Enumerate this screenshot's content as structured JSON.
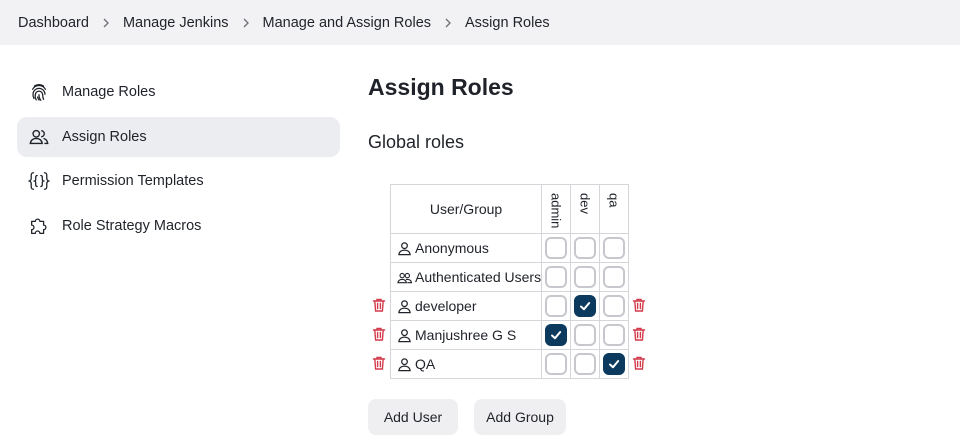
{
  "breadcrumb": {
    "items": [
      "Dashboard",
      "Manage Jenkins",
      "Manage and Assign Roles",
      "Assign Roles"
    ]
  },
  "sidebar": {
    "items": [
      {
        "label": "Manage Roles",
        "icon": "fingerprint-icon"
      },
      {
        "label": "Assign Roles",
        "icon": "users-icon",
        "active": true
      },
      {
        "label": "Permission Templates",
        "icon": "braces-icon"
      },
      {
        "label": "Role Strategy Macros",
        "icon": "puzzle-icon"
      }
    ]
  },
  "main": {
    "title": "Assign Roles",
    "section_title": "Global roles",
    "table": {
      "user_group_header": "User/Group",
      "roles": [
        "admin",
        "dev",
        "qa"
      ],
      "rows": [
        {
          "name": "Anonymous",
          "type": "user",
          "checked": [
            false,
            false,
            false
          ],
          "deletable": false
        },
        {
          "name": "Authenticated Users",
          "type": "group",
          "checked": [
            false,
            false,
            false
          ],
          "deletable": false
        },
        {
          "name": "developer",
          "type": "user",
          "checked": [
            false,
            true,
            false
          ],
          "deletable": true
        },
        {
          "name": "Manjushree G S",
          "type": "user",
          "checked": [
            true,
            false,
            false
          ],
          "deletable": true
        },
        {
          "name": "QA",
          "type": "user",
          "checked": [
            false,
            false,
            true
          ],
          "deletable": true
        }
      ]
    },
    "buttons": {
      "add_user": "Add User",
      "add_group": "Add Group"
    }
  },
  "colors": {
    "checked": "#0b3a5e",
    "trash": "#d33a4a",
    "breadcrumb_bg": "#f2f2f4",
    "active_item_bg": "#ecedf0"
  }
}
